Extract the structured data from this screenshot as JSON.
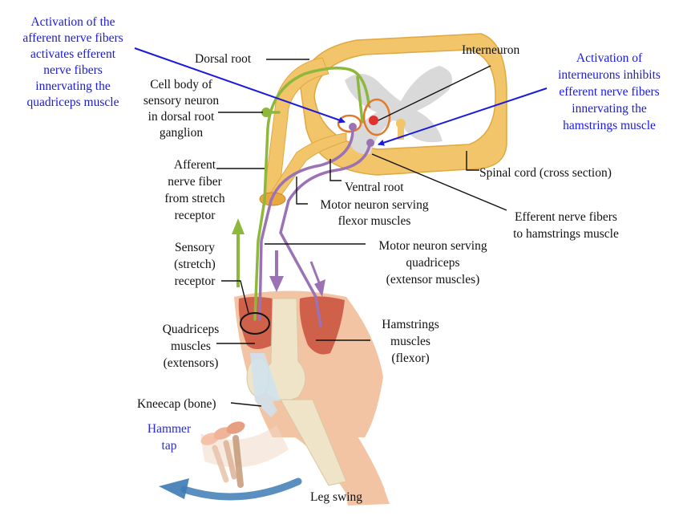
{
  "annotations": {
    "afferent_activation": [
      "Activation of the",
      "afferent nerve fibers",
      "activates efferent",
      "nerve fibers",
      "innervating the",
      "quadriceps muscle"
    ],
    "interneuron_inhibition": [
      "Activation of",
      "interneurons inhibits",
      "efferent nerve fibers",
      "innervating the",
      "hamstrings muscle"
    ]
  },
  "labels": {
    "dorsal_root": "Dorsal root",
    "interneuron": "Interneuron",
    "cell_body": [
      "Cell body of",
      "sensory neuron",
      "in dorsal root",
      "ganglion"
    ],
    "afferent_fiber": [
      "Afferent",
      "nerve fiber",
      "from stretch",
      "receptor"
    ],
    "ventral_root": "Ventral root",
    "spinal_cord": "Spinal cord (cross section)",
    "motor_flexor": [
      "Motor neuron serving",
      "flexor muscles"
    ],
    "efferent_hamstrings": [
      "Efferent nerve fibers",
      "to hamstrings muscle"
    ],
    "sensory_receptor": [
      "Sensory",
      "(stretch)",
      "receptor"
    ],
    "motor_quadriceps": [
      "Motor neuron serving",
      "quadriceps",
      "(extensor muscles)"
    ],
    "quadriceps": [
      "Quadriceps",
      "muscles",
      "(extensors)"
    ],
    "hamstrings": [
      "Hamstrings",
      "muscles",
      "(flexor)"
    ],
    "kneecap": "Kneecap (bone)",
    "hammer_tap": [
      "Hammer",
      "tap"
    ],
    "leg_swing": "Leg swing"
  },
  "colors": {
    "sensory": "#8db83c",
    "motor": "#9b72b4",
    "interneuron": "#e07a30",
    "nerve_root": "#f2c56a",
    "annotation": "#1a1adf",
    "muscle": "#c8503c"
  }
}
